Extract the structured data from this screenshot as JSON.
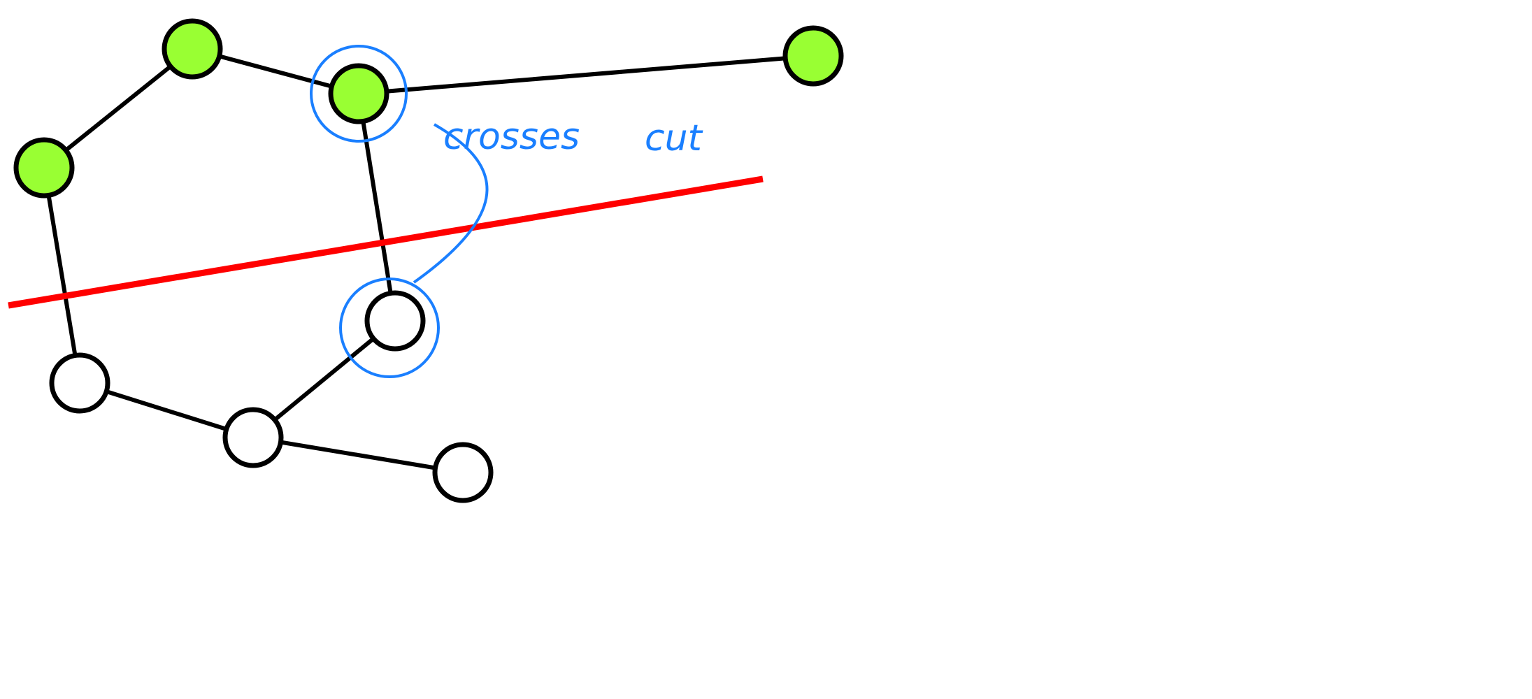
{
  "annotations": {
    "crosses_label": "crosses",
    "cut_label": "cut"
  },
  "colors": {
    "shaded_node": "#99ff33",
    "unshaded_node": "#ffffff",
    "node_stroke": "#000000",
    "cut_line": "#ff0000",
    "annotation": "#1a7fff"
  },
  "graph": {
    "nodes": [
      {
        "id": "a",
        "side": "shaded"
      },
      {
        "id": "b",
        "side": "shaded"
      },
      {
        "id": "c",
        "side": "shaded"
      },
      {
        "id": "d",
        "side": "shaded"
      },
      {
        "id": "e",
        "side": "unshaded"
      },
      {
        "id": "f",
        "side": "unshaded"
      },
      {
        "id": "g",
        "side": "unshaded"
      },
      {
        "id": "h",
        "side": "unshaded"
      }
    ],
    "edges": [
      {
        "from": "a",
        "to": "b"
      },
      {
        "from": "b",
        "to": "c"
      },
      {
        "from": "c",
        "to": "d"
      },
      {
        "from": "a",
        "to": "f"
      },
      {
        "from": "c",
        "to": "e",
        "crosses_cut": true
      },
      {
        "from": "f",
        "to": "g"
      },
      {
        "from": "g",
        "to": "e"
      },
      {
        "from": "g",
        "to": "h"
      }
    ]
  }
}
